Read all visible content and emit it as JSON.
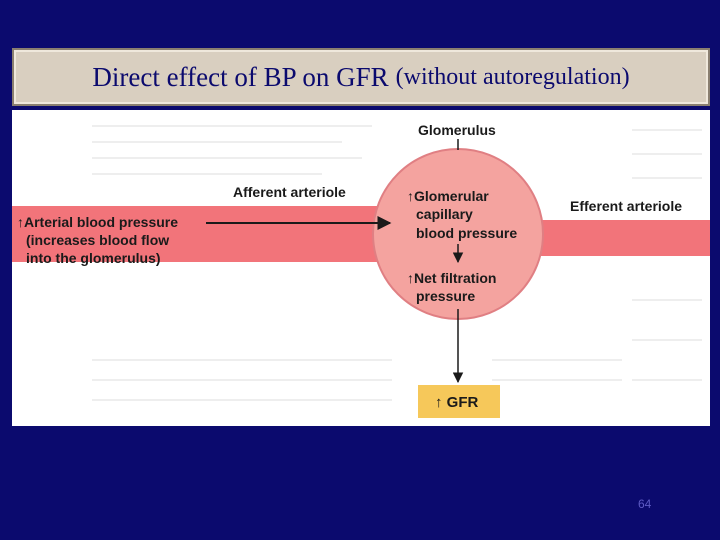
{
  "title": {
    "main": "Direct effect of BP on GFR",
    "sub": "(without autoregulation)"
  },
  "diagram": {
    "glomerulus_label": "Glomerulus",
    "afferent_label": "Afferent arteriole",
    "efferent_label": "Efferent arteriole",
    "arterial_bp_line1": "↑Arterial blood pressure",
    "arterial_bp_line2": "(increases blood flow",
    "arterial_bp_line3": "into the glomerulus)",
    "glomerular_cbp_line1": "↑Glomerular",
    "glomerular_cbp_line2": "capillary",
    "glomerular_cbp_line3": "blood pressure",
    "nfp_line1": "↑Net filtration",
    "nfp_line2": "pressure",
    "gfr_label": "↑ GFR"
  },
  "colors": {
    "background": "#0b0a6e",
    "vessel": "#f2747a",
    "glomerulus": "#f4a39f",
    "gfr_box": "#f6c85a"
  },
  "page_number": "64"
}
